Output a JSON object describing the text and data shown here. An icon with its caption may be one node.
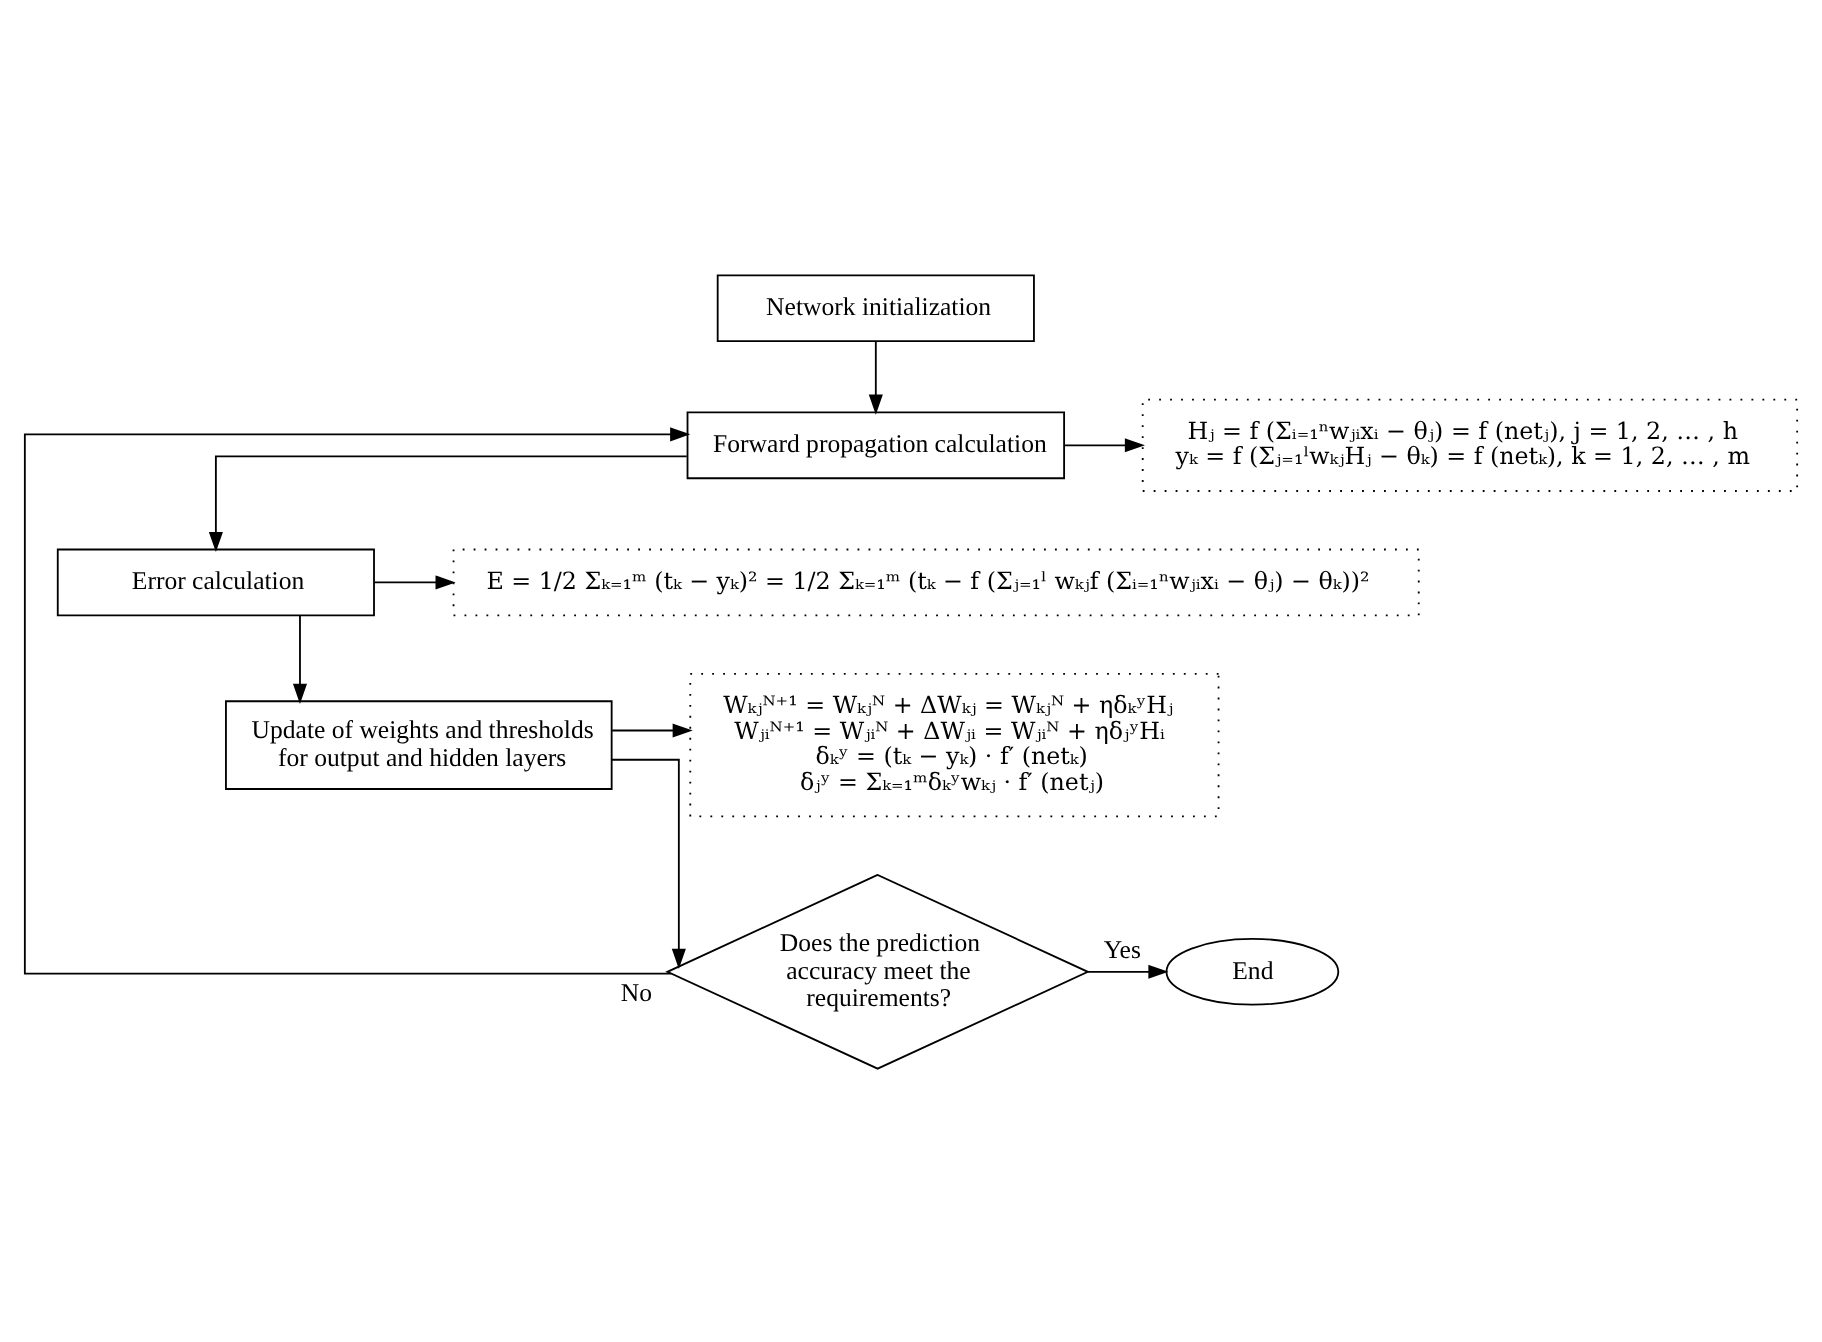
{
  "diagram": {
    "nodes": [
      {
        "text": [
          "Network initialization"
        ]
      },
      {
        "text": [
          "Forward propagation calculation"
        ]
      },
      {
        "text": [
          "Hⱼ = f (Σᵢ₌₁ⁿwⱼᵢxᵢ − θⱼ) = f (netⱼ), j = 1, 2, … , h",
          "yₖ = f (Σⱼ₌₁ˡwₖⱼHⱼ − θₖ) = f (netₖ), k = 1, 2, … , m"
        ]
      },
      {
        "text": [
          "Error calculation"
        ]
      },
      {
        "text": [
          "E = 1/2 Σₖ₌₁ᵐ (tₖ − yₖ)² = 1/2 Σₖ₌₁ᵐ (tₖ − f (Σⱼ₌₁ˡ wₖⱼf (Σᵢ₌₁ⁿwⱼᵢxᵢ − θⱼ) − θₖ))²"
        ]
      },
      {
        "text": [
          "Update of weights and thresholds for output and hidden layers"
        ]
      },
      {
        "text": [
          "Wₖⱼᴺ⁺¹ = Wₖⱼᴺ + ΔWₖⱼ = Wₖⱼᴺ + ηδₖʸHⱼ",
          "Wⱼᵢᴺ⁺¹ = Wⱼᵢᴺ + ΔWⱼᵢ = Wⱼᵢᴺ + ηδⱼʸHᵢ",
          "δₖʸ = (tₖ − yₖ) · f′ (netₖ)",
          "δⱼʸ = Σₖ₌₁ᵐδₖʸwₖⱼ · f′ (netⱼ)"
        ]
      },
      {
        "text": [
          "Does the prediction accuracy meet the requirements?"
        ]
      },
      {
        "text": [
          "End"
        ]
      }
    ],
    "edges": [
      {
        "from": 0,
        "to": 1,
        "arrow": "to"
      },
      {
        "from": 1,
        "to": 2,
        "arrow": "to"
      },
      {
        "from": 1,
        "to": 3,
        "arrow": "to"
      },
      {
        "from": 3,
        "to": 4,
        "arrow": "to"
      },
      {
        "from": 3,
        "to": 5,
        "arrow": "to"
      },
      {
        "from": 5,
        "to": 6,
        "arrow": "to"
      },
      {
        "from": 5,
        "to": 7,
        "arrow": "to"
      },
      {
        "from": 7,
        "to": 1,
        "arrow": "to",
        "label": "No"
      },
      {
        "from": 7,
        "to": 8,
        "arrow": "to",
        "label": "Yes"
      }
    ]
  }
}
